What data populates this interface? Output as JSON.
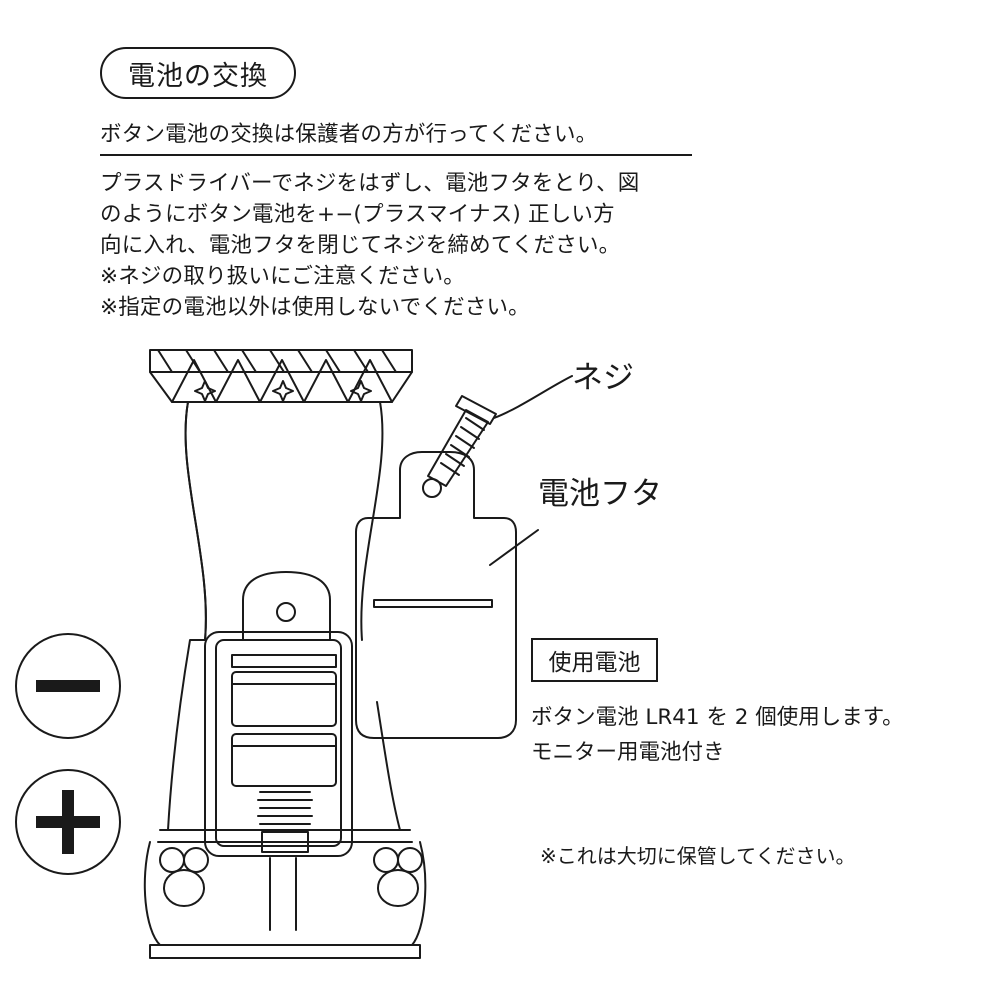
{
  "title": "電池の交換",
  "notice": "ボタン電池の交換は保護者の方が行ってください。",
  "instructions": [
    "プラスドライバーでネジをはずし、電池フタをとり、図",
    "のようにボタン電池を+−(プラスマイナス) 正しい方",
    "向に入れ、電池フタを閉じてネジを締めてください。",
    "※ネジの取り扱いにご注意ください。",
    "※指定の電池以外は使用しないでください。"
  ],
  "labels": {
    "screw": "ネジ",
    "cover": "電池フタ"
  },
  "battery_heading": "使用電池",
  "battery_info": [
    "ボタン電池 LR41 を 2 個使用します。",
    "モニター用電池付き"
  ],
  "keep_note": "※これは大切に保管してください。",
  "icons": {
    "minus": "minus-icon",
    "plus": "plus-icon"
  }
}
